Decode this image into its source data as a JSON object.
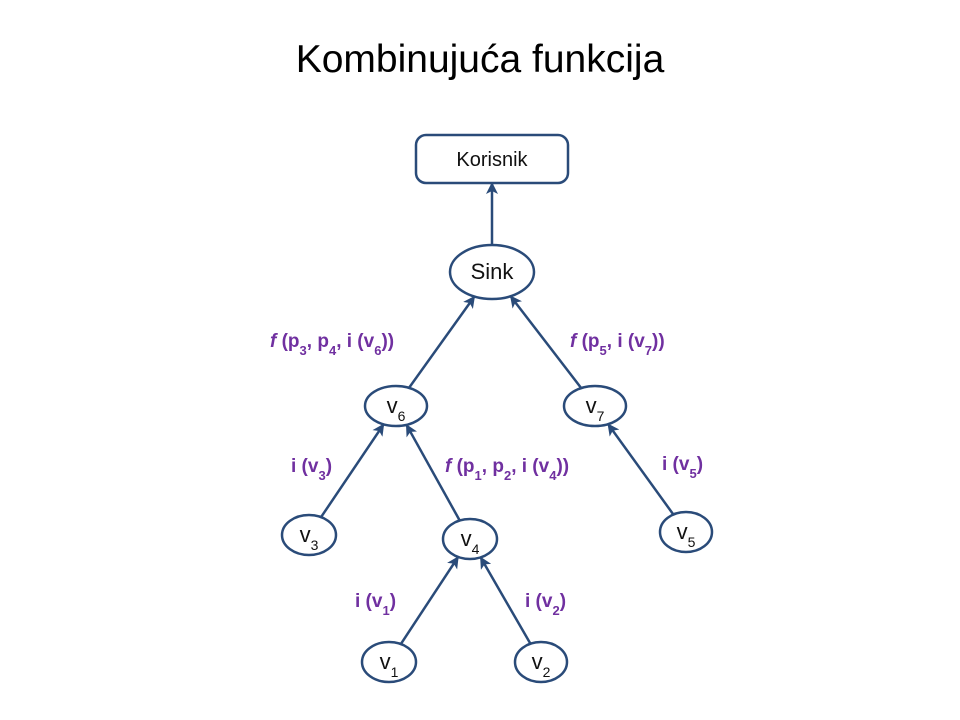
{
  "title": "Kombinujuća funkcija",
  "colors": {
    "node_stroke": "#2a4b79",
    "label": "#7030a0",
    "text": "#111111"
  },
  "nodes": [
    {
      "id": "korisnik",
      "shape": "rect",
      "parts": [
        [
          "Korisnik",
          ""
        ]
      ]
    },
    {
      "id": "sink",
      "shape": "ellipse",
      "parts": [
        [
          "Sink",
          ""
        ]
      ]
    },
    {
      "id": "v6",
      "shape": "ellipse",
      "parts": [
        [
          "v",
          ""
        ],
        [
          "6",
          "sub"
        ]
      ]
    },
    {
      "id": "v7",
      "shape": "ellipse",
      "parts": [
        [
          "v",
          ""
        ],
        [
          "7",
          "sub"
        ]
      ]
    },
    {
      "id": "v3",
      "shape": "ellipse",
      "parts": [
        [
          "v",
          ""
        ],
        [
          "3",
          "sub"
        ]
      ]
    },
    {
      "id": "v4",
      "shape": "ellipse",
      "parts": [
        [
          "v",
          ""
        ],
        [
          "4",
          "sub"
        ]
      ]
    },
    {
      "id": "v5",
      "shape": "ellipse",
      "parts": [
        [
          "v",
          ""
        ],
        [
          "5",
          "sub"
        ]
      ]
    },
    {
      "id": "v1",
      "shape": "ellipse",
      "parts": [
        [
          "v",
          ""
        ],
        [
          "1",
          "sub"
        ]
      ]
    },
    {
      "id": "v2",
      "shape": "ellipse",
      "parts": [
        [
          "v",
          ""
        ],
        [
          "2",
          "sub"
        ]
      ]
    }
  ],
  "edges": [
    {
      "from": "sink",
      "to": "korisnik",
      "label": []
    },
    {
      "from": "v6",
      "to": "sink",
      "label": [
        [
          "f",
          "i"
        ],
        [
          " (p",
          ""
        ],
        [
          "3",
          "sub"
        ],
        [
          ", p",
          ""
        ],
        [
          "4",
          "sub"
        ],
        [
          ", i (v",
          ""
        ],
        [
          "6",
          "sub"
        ],
        [
          "))",
          ""
        ]
      ]
    },
    {
      "from": "v7",
      "to": "sink",
      "label": [
        [
          "f",
          "i"
        ],
        [
          " (p",
          ""
        ],
        [
          "5",
          "sub"
        ],
        [
          ", i (v",
          ""
        ],
        [
          "7",
          "sub"
        ],
        [
          "))",
          ""
        ]
      ]
    },
    {
      "from": "v3",
      "to": "v6",
      "label": [
        [
          "i (v",
          ""
        ],
        [
          "3",
          "sub"
        ],
        [
          ")",
          ""
        ]
      ]
    },
    {
      "from": "v4",
      "to": "v6",
      "label": [
        [
          "f",
          "i"
        ],
        [
          " (p",
          ""
        ],
        [
          "1",
          "sub"
        ],
        [
          ",  p",
          ""
        ],
        [
          "2",
          "sub"
        ],
        [
          ", i (v",
          ""
        ],
        [
          "4",
          "sub"
        ],
        [
          "))",
          ""
        ]
      ]
    },
    {
      "from": "v5",
      "to": "v7",
      "label": [
        [
          "i (v",
          ""
        ],
        [
          "5",
          "sub"
        ],
        [
          ")",
          ""
        ]
      ]
    },
    {
      "from": "v1",
      "to": "v4",
      "label": [
        [
          "i (v",
          ""
        ],
        [
          "1",
          "sub"
        ],
        [
          ")",
          ""
        ]
      ]
    },
    {
      "from": "v2",
      "to": "v4",
      "label": [
        [
          "i (v",
          ""
        ],
        [
          "2",
          "sub"
        ],
        [
          ")",
          ""
        ]
      ]
    }
  ]
}
